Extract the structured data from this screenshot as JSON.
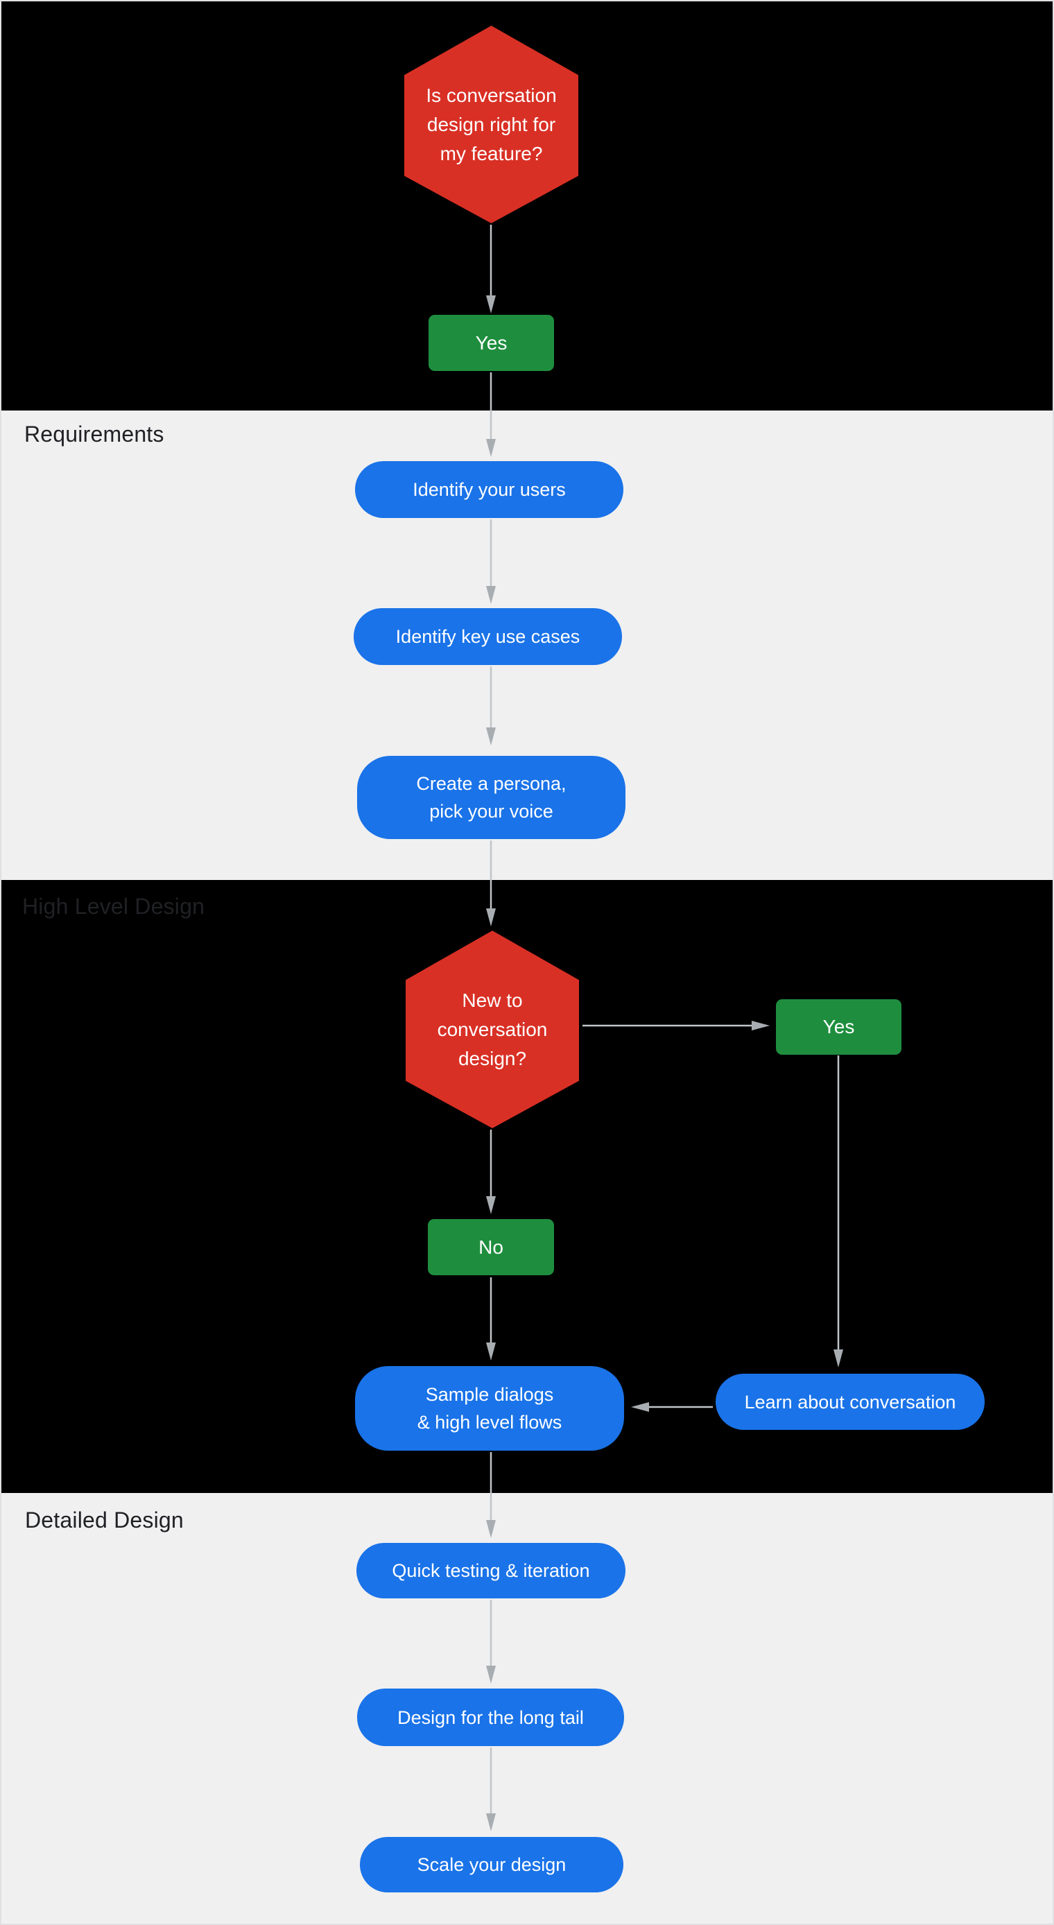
{
  "sections": {
    "requirements": {
      "label": "Requirements"
    },
    "high_level_design": {
      "label": "High Level Design"
    },
    "detailed_design": {
      "label": "Detailed Design"
    }
  },
  "nodes": {
    "decision_feature": {
      "lines": [
        "Is conversation",
        "design right for",
        "my feature?"
      ]
    },
    "yes_top": {
      "label": "Yes"
    },
    "identify_users": {
      "label": "Identify your users"
    },
    "identify_use_cases": {
      "label": "Identify key use cases"
    },
    "create_persona": {
      "lines": [
        "Create a persona,",
        "pick your voice"
      ]
    },
    "decision_new": {
      "lines": [
        "New to",
        "conversation",
        "design?"
      ]
    },
    "yes_right": {
      "label": "Yes"
    },
    "no": {
      "label": "No"
    },
    "sample_dialogs": {
      "lines": [
        "Sample dialogs",
        "& high level flows"
      ]
    },
    "learn_conversation": {
      "label": "Learn about conversation"
    },
    "quick_testing": {
      "label": "Quick testing & iteration"
    },
    "design_long_tail": {
      "label": "Design for the long tail"
    },
    "scale_design": {
      "label": "Scale your design"
    }
  },
  "colors": {
    "decision_red": "#d93025",
    "action_green": "#1e8e3e",
    "process_blue": "#1a73e8",
    "arrow_gray": "#c1c5c9",
    "arrowhead_gray": "#a8adb2",
    "band_dark": "#000000",
    "band_light": "#f0f0f1",
    "label_dark": "#202124",
    "border": "#e0e0e3"
  }
}
